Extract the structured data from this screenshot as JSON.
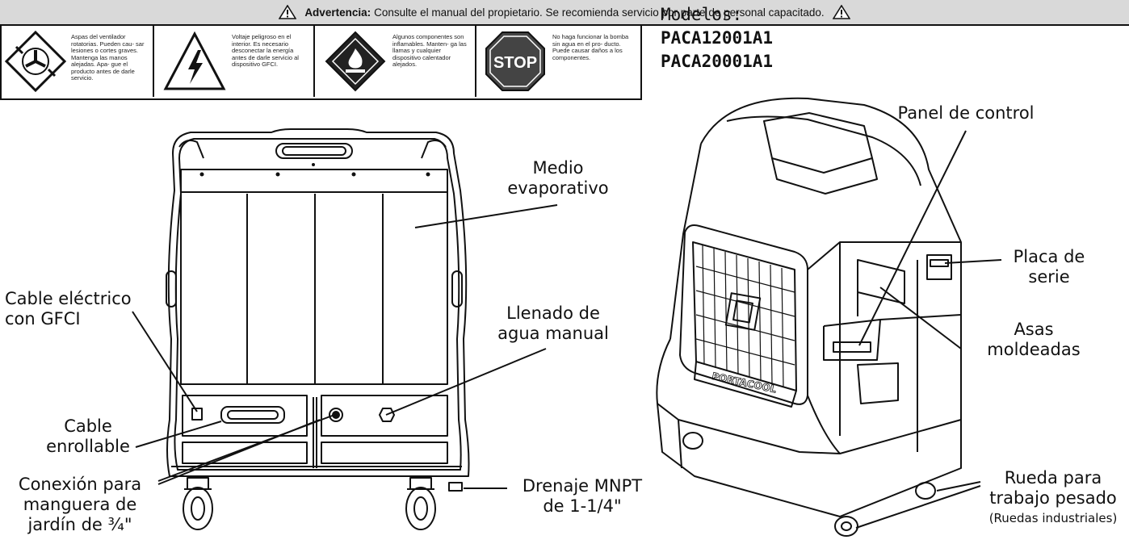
{
  "warning": {
    "title_bold": "Advertencia:",
    "title_rest": "Consulte el manual del propietario. Se recomienda servicio por parte de personal capacitado.",
    "panels": [
      {
        "icon": "fan-blade-hazard-icon",
        "text": "Aspas del ventilador rotatorias. Pueden cau- sar lesiones o cortes graves. Mantenga las manos alejadas. Apa- gue el producto antes de darle servicio."
      },
      {
        "icon": "high-voltage-icon",
        "text": "Voltaje peligroso en el interior. Es necesario desconectar la energía antes de darle servicio al dispositivo GFCI."
      },
      {
        "icon": "flammable-icon",
        "text": "Algunos componentes son inflamables. Manten- ga las llamas y cualquier dispositivo calentador alejados."
      },
      {
        "icon": "stop-sign-icon",
        "sign": "STOP",
        "text": "No haga funcionar la bomba sin agua en el pro- ducto. Puede causar daños a los componentes."
      }
    ]
  },
  "models": {
    "heading": "Modelos:",
    "items": [
      "PACA12001A1",
      "PACA20001A1"
    ]
  },
  "labels": {
    "medio": [
      "Medio",
      "evaporativo"
    ],
    "cable_electrico": [
      "Cable eléctrico",
      "con GFCI"
    ],
    "llenado": [
      "Llenado de",
      "agua manual"
    ],
    "cable_enrollable": [
      "Cable",
      "enrollable"
    ],
    "conexion": [
      "Conexión para",
      "manguera de",
      "jardín de ¾\""
    ],
    "drenaje": [
      "Drenaje MNPT",
      "de 1-1/4\""
    ],
    "panel": "Panel de control",
    "placa": [
      "Placa de",
      "serie"
    ],
    "asas": [
      "Asas",
      "moldeadas"
    ],
    "rueda": [
      "Rueda para",
      "trabajo pesado"
    ],
    "rueda_sub": "(Ruedas industriales)"
  },
  "brand_text": "PORTACOOL",
  "colors": {
    "line": "#111111",
    "header_bg": "#d9d9d9",
    "stop_red": "#444444"
  }
}
